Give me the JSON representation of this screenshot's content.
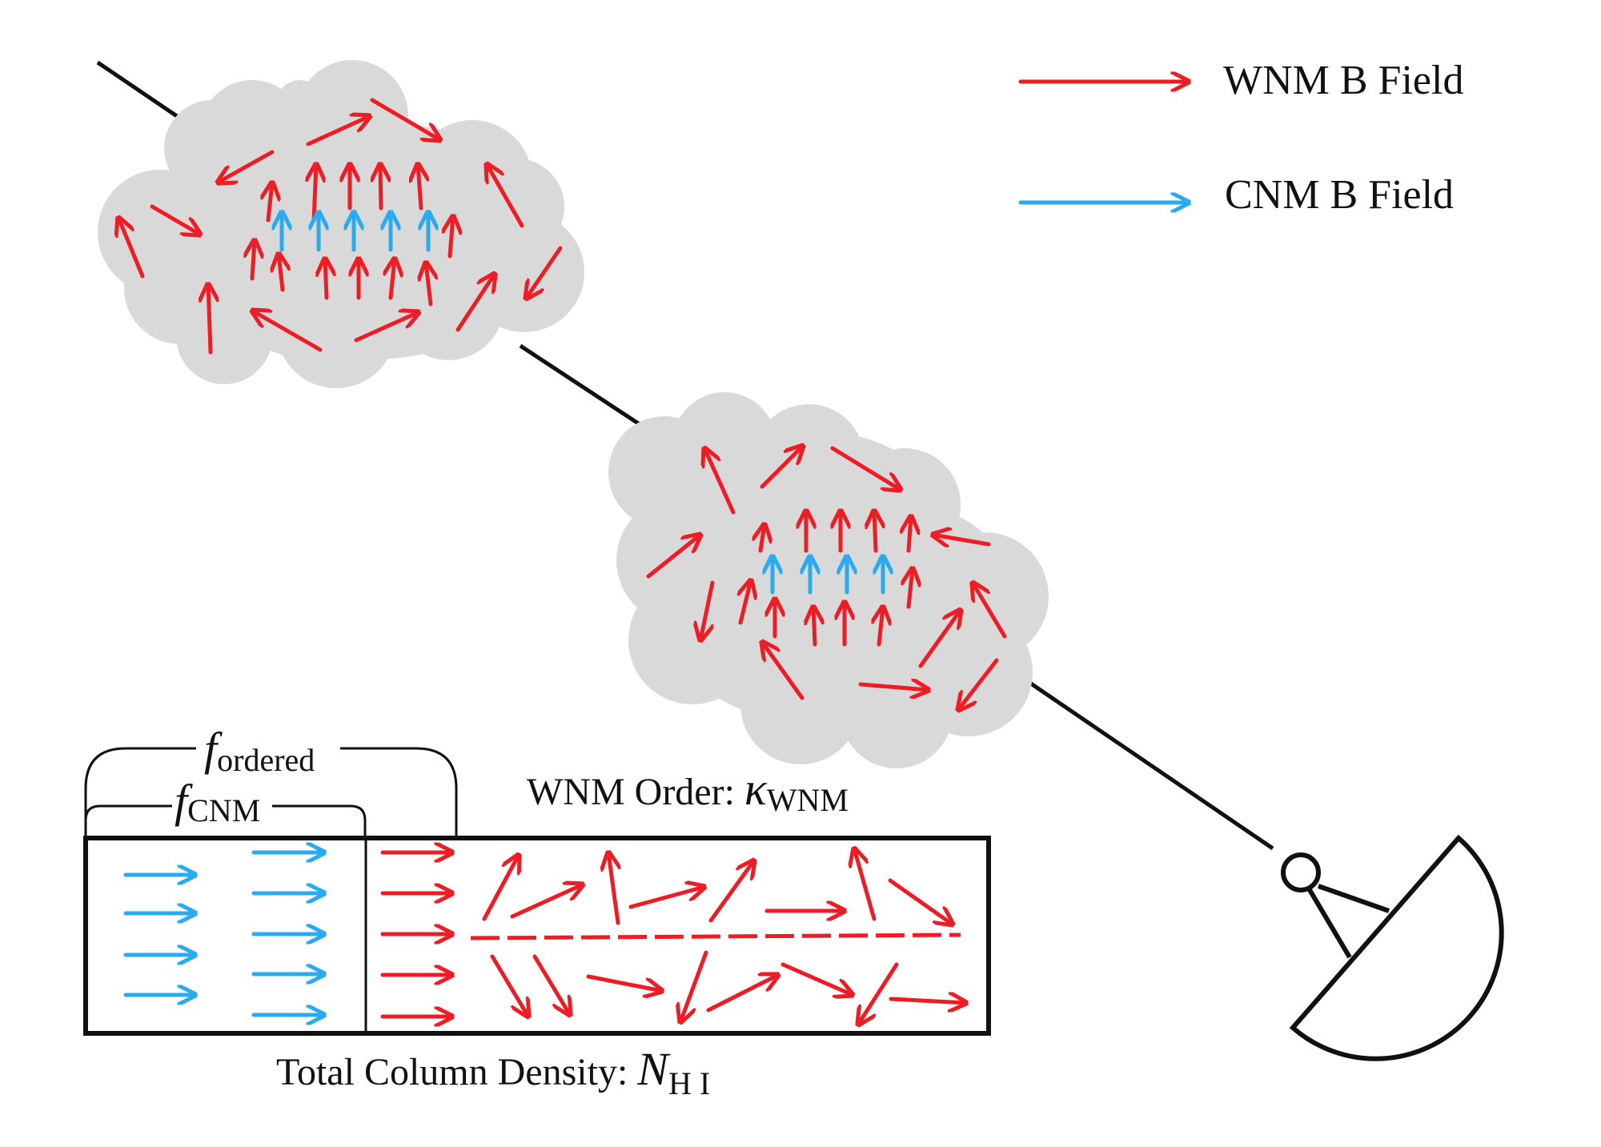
{
  "colors": {
    "wnm": "#ee1c24",
    "cnm": "#29aaf1",
    "cloud": "#d9d9d9",
    "line": "#111111"
  },
  "legend": {
    "wnm_label": "WNM B Field",
    "cnm_label": "CNM B Field"
  },
  "column": {
    "f_ordered_symbol": "f",
    "f_ordered_subscript": "ordered",
    "f_cnm_symbol": "f",
    "f_cnm_subscript": "CNM",
    "wnm_order_label": "WNM Order: ",
    "wnm_order_symbol": "κ",
    "wnm_order_subscript": "WNM",
    "total_label": "Total Column Density: ",
    "total_symbol": "N",
    "total_subscript": "H I"
  },
  "icons": [
    "cloud-icon",
    "radio-telescope-icon"
  ]
}
